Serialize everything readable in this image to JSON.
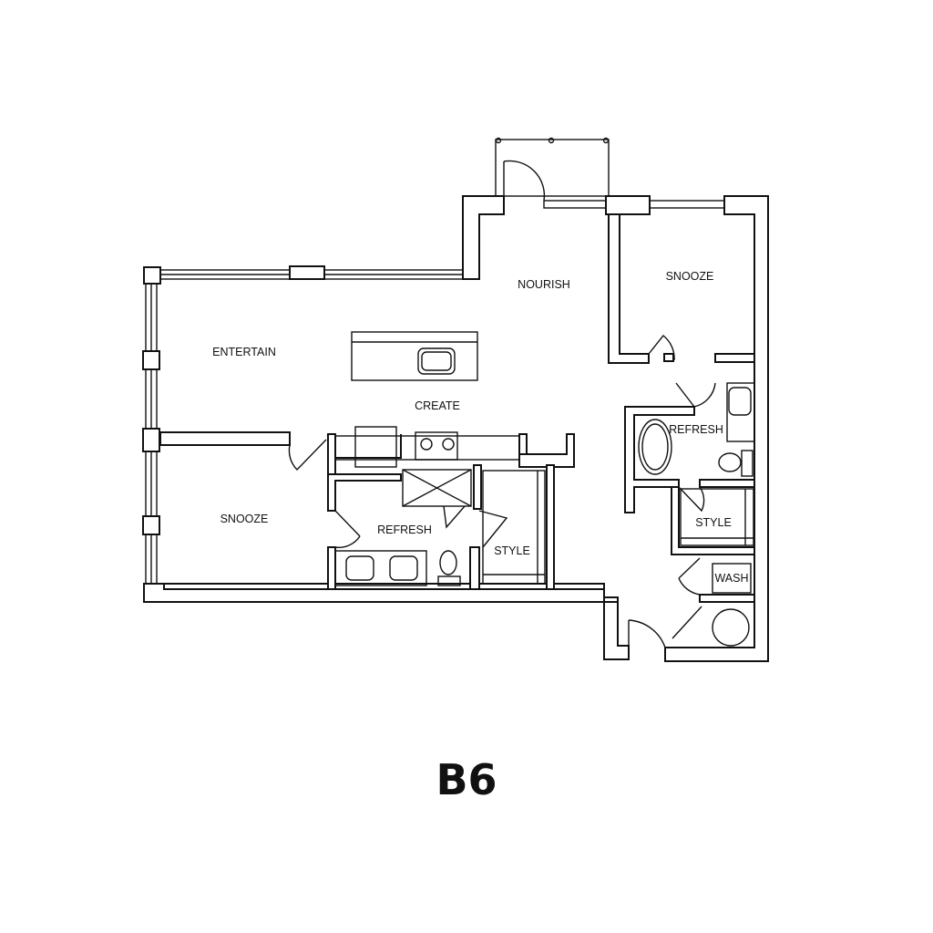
{
  "plan": {
    "unit_name": "B6",
    "rooms": {
      "nourish": "NOURISH",
      "snooze_master": "SNOOZE",
      "entertain": "ENTERTAIN",
      "create": "CREATE",
      "refresh_master": "REFRESH",
      "snooze_second": "SNOOZE",
      "refresh_second": "REFRESH",
      "style_second": "STYLE",
      "style_master": "STYLE",
      "wash": "WASH"
    }
  }
}
